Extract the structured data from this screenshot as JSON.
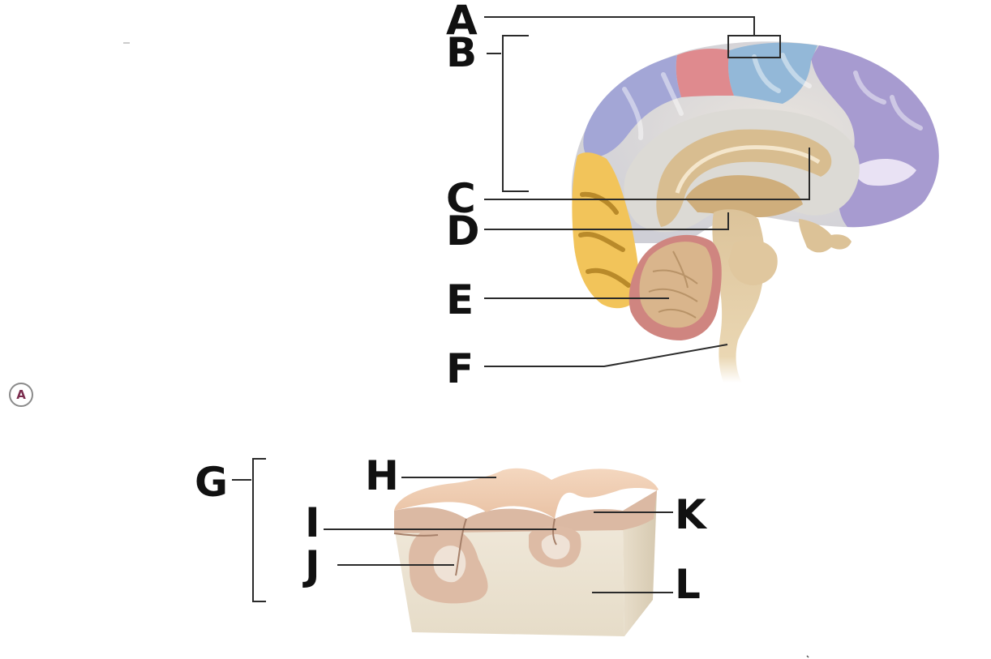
{
  "panel_badge": "A",
  "labels": {
    "A": "A",
    "B": "B",
    "C": "C",
    "D": "D",
    "E": "E",
    "F": "F",
    "G": "G",
    "H": "H",
    "I": "I",
    "J": "J",
    "K": "K",
    "L": "L"
  },
  "colors": {
    "label_text": "#111111",
    "leader_line": "#2a2a2a",
    "frontal_lobe": "#a79bd0",
    "frontal_lobe_deep": "#8f7fc4",
    "parietal_blue": "#93b8d8",
    "motor_strip": "#df8a8e",
    "association_blue": "#a3a6d6",
    "occipital_yellow": "#f2c45a",
    "diencephalon": "#d8bd90",
    "brainstem": "#e4cda4",
    "cerebellum": "#d9b58c",
    "cerebellum_edge": "#cf8580",
    "white_matter_block": "#f0eadc",
    "gray_matter_band": "#dbb9a3",
    "cortex_surface": "#f2d2b8",
    "badge_letter": "#7b2d4e"
  }
}
